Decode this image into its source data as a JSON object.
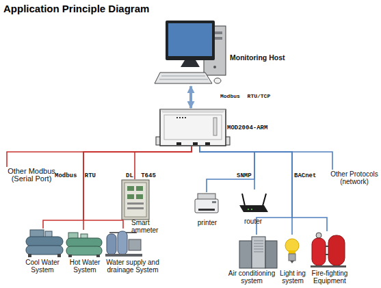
{
  "diagram": {
    "title": "Application Principle Diagram",
    "nodes": [
      {
        "text": [
          "Monitoring Host"
        ]
      },
      {
        "text": [
          "MOD2004-ARM"
        ]
      },
      {
        "text": [
          "Other Modbus (Serial Port)"
        ]
      },
      {
        "text": [
          "Smart ammeter"
        ]
      },
      {
        "text": [
          "Cool Water System"
        ]
      },
      {
        "text": [
          "Hot Water System"
        ]
      },
      {
        "text": [
          "Water supply and drainage System"
        ]
      },
      {
        "text": [
          "printer"
        ]
      },
      {
        "text": [
          "router"
        ]
      },
      {
        "text": [
          "Air conditioning system"
        ]
      },
      {
        "text": [
          "Light ing system"
        ]
      },
      {
        "text": [
          "Fire-fighting Equipment"
        ]
      },
      {
        "text": [
          "Other Protocols (network)"
        ]
      }
    ],
    "edges": [
      {
        "from": 0,
        "to": 1,
        "arrow": "both",
        "label": "Modbus RTU/TCP"
      },
      {
        "from": 1,
        "to": 2,
        "arrow": "none"
      },
      {
        "from": 1,
        "to": 4,
        "arrow": "none"
      },
      {
        "from": 1,
        "to": 5,
        "arrow": "none",
        "label": "Modbus RTU"
      },
      {
        "from": 1,
        "to": 6,
        "arrow": "none"
      },
      {
        "from": 1,
        "to": 3,
        "arrow": "none",
        "label": "DL T645"
      },
      {
        "from": 1,
        "to": 7,
        "arrow": "none"
      },
      {
        "from": 1,
        "to": 8,
        "arrow": "none",
        "label": "SNMP"
      },
      {
        "from": 1,
        "to": 9,
        "arrow": "none"
      },
      {
        "from": 1,
        "to": 10,
        "arrow": "none",
        "label": "BACnet"
      },
      {
        "from": 1,
        "to": 11,
        "arrow": "none"
      },
      {
        "from": 1,
        "to": 12,
        "arrow": "none"
      }
    ]
  }
}
